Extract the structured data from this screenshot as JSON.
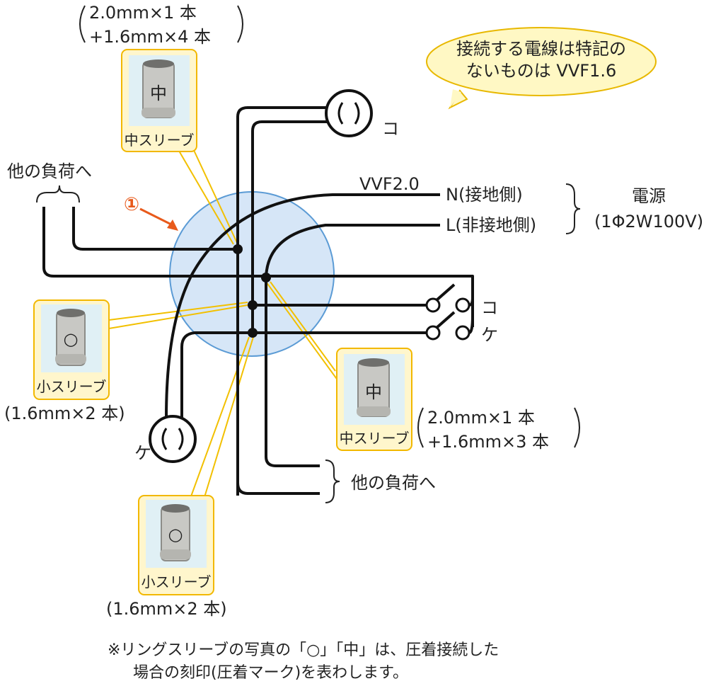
{
  "speech_bubble": {
    "line1": "接続する電線は特記の",
    "line2": "ないものは VVF1.6"
  },
  "marker": {
    "label": "①"
  },
  "wire_label": "VVF2.0",
  "source": {
    "n_label": "N(接地側)",
    "l_label": "L(非接地側)",
    "title": "電源",
    "spec": "(1Φ2W100V)"
  },
  "loads": {
    "upper_left": "他の負荷へ",
    "lower_right": "他の負荷へ"
  },
  "fixtures": {
    "top_lamp": "コ",
    "bottom_lamp": "ケ",
    "switch_ko": "コ",
    "switch_ke": "ケ"
  },
  "sleeves": [
    {
      "id": "top-middle",
      "type": "中スリーブ",
      "stamp": "中",
      "spec_line1": "2.0mm×1 本",
      "spec_line2": "+1.6mm×4 本"
    },
    {
      "id": "left-small",
      "type": "小スリーブ",
      "stamp": "○",
      "spec_line1": "(1.6mm×2 本)"
    },
    {
      "id": "right-middle",
      "type": "中スリーブ",
      "stamp": "中",
      "spec_line1": "2.0mm×1 本",
      "spec_line2": "+1.6mm×3 本"
    },
    {
      "id": "bottom-small",
      "type": "小スリーブ",
      "stamp": "○",
      "spec_line1": "(1.6mm×2 本)"
    }
  ],
  "footnote": {
    "line1": "※リングスリーブの写真の「○」「中」は、圧着接続した",
    "line2": "場合の刻印(圧着マーク)を表わします。"
  },
  "colors": {
    "junction_fill": "#d6e6f7",
    "junction_stroke": "#5b9bd5",
    "sleeve_border": "#f2b800",
    "sleeve_bg": "#fff6cc",
    "bubble_fill": "#fff8c4",
    "bubble_stroke": "#e8b800",
    "marker": "#e85a1b",
    "wire": "#111111"
  }
}
